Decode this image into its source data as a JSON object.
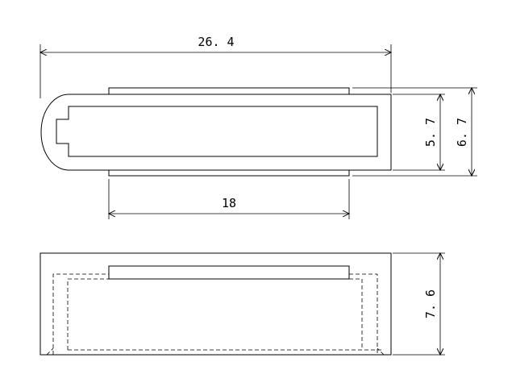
{
  "dimensions": {
    "overall_length": "26. 4",
    "inner_length": "18",
    "inner_height": "5. 7",
    "outer_height": "6. 7",
    "side_height": "7. 6"
  },
  "colors": {
    "line": "#000000",
    "background": "#ffffff"
  }
}
